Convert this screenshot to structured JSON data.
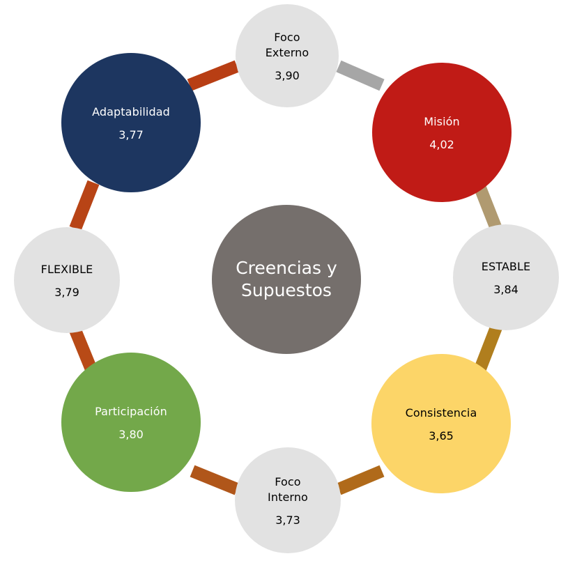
{
  "center": {
    "label": "Creencias y\nSupuestos",
    "color": "#756f6c"
  },
  "nodes": {
    "foco_externo": {
      "label": "Foco\nExterno",
      "value": "3,90",
      "color": "#e2e2e2"
    },
    "mision": {
      "label": "Misión",
      "value": "4,02",
      "color": "#c01b16"
    },
    "estable": {
      "label": "ESTABLE",
      "value": "3,84",
      "color": "#e2e2e2"
    },
    "consistencia": {
      "label": "Consistencia",
      "value": "3,65",
      "color": "#fcd568"
    },
    "foco_interno": {
      "label": "Foco\nInterno",
      "value": "3,73",
      "color": "#e2e2e2"
    },
    "participacion": {
      "label": "Participación",
      "value": "3,80",
      "color": "#73a84a"
    },
    "flexible": {
      "label": "FLEXIBLE",
      "value": "3,79",
      "color": "#e2e2e2"
    },
    "adaptabilidad": {
      "label": "Adaptabilidad",
      "value": "3,77",
      "color": "#1d3660"
    }
  },
  "ring_colors": {
    "foco_externo_to_mision": "#a6a6a6",
    "mision_to_estable": "#b09a70",
    "estable_to_consistencia": "#b07e1e",
    "consistencia_to_foco_interno": "#b06a1a",
    "foco_interno_to_participacion": "#b0561a",
    "participacion_to_flexible": "#b84a16",
    "flexible_to_adaptabilidad": "#b84416",
    "adaptabilidad_to_foco_externo": "#b83e14"
  }
}
